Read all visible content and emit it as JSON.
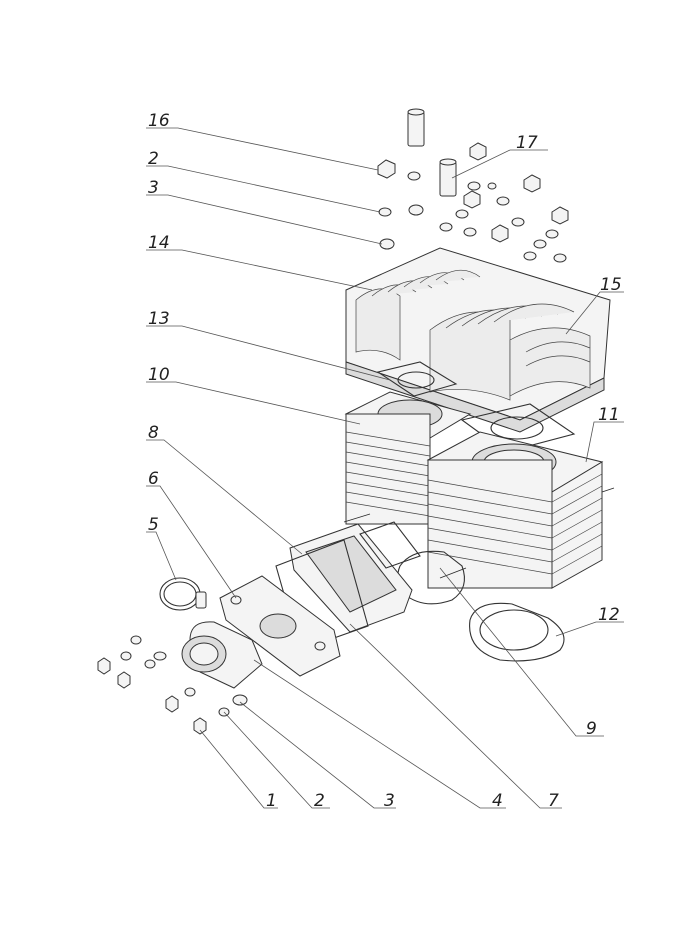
{
  "callouts": [
    {
      "id": "c16",
      "label": "16"
    },
    {
      "id": "c2a",
      "label": "2"
    },
    {
      "id": "c3a",
      "label": "3"
    },
    {
      "id": "c14",
      "label": "14"
    },
    {
      "id": "c13",
      "label": "13"
    },
    {
      "id": "c10",
      "label": "10"
    },
    {
      "id": "c8",
      "label": "8"
    },
    {
      "id": "c6",
      "label": "6"
    },
    {
      "id": "c5",
      "label": "5"
    },
    {
      "id": "c17",
      "label": "17"
    },
    {
      "id": "c15",
      "label": "15"
    },
    {
      "id": "c11",
      "label": "11"
    },
    {
      "id": "c12",
      "label": "12"
    },
    {
      "id": "c9",
      "label": "9"
    },
    {
      "id": "c1b",
      "label": "1"
    },
    {
      "id": "c2b",
      "label": "2"
    },
    {
      "id": "c3b",
      "label": "3"
    },
    {
      "id": "c4b",
      "label": "4"
    },
    {
      "id": "c7b",
      "label": "7"
    }
  ]
}
